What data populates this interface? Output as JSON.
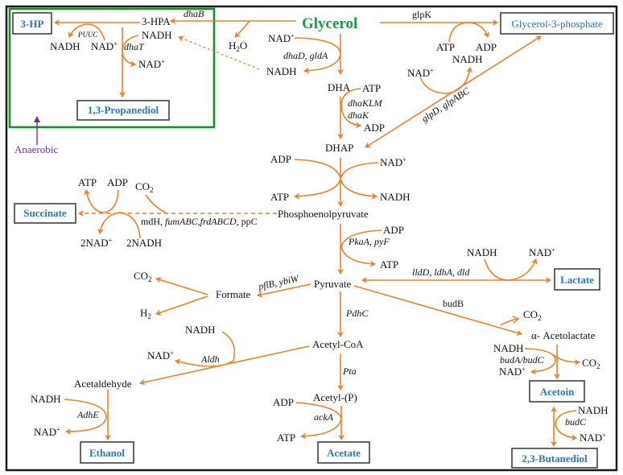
{
  "title": "Glycerol metabolic pathways",
  "colors": {
    "arrow": "#e8822e",
    "product_text": "#2e75b6",
    "substrate_text": "#1e9a4a",
    "anaerobic_box": "#1a8a2a",
    "anaerobic_label": "#7030a0"
  },
  "substrate": "Glycerol",
  "anaerobic_label": "Anaerobic",
  "products": {
    "hp3": "3-HP",
    "propanediol": "1,3-Propanediol",
    "g3p": "Glycerol-3-phosphate",
    "succinate": "Succinate",
    "lactate": "Lactate",
    "ethanol": "Ethanol",
    "acetate": "Acetate",
    "acetoin": "Acetoin",
    "butanediol": "2,3-Butanediol"
  },
  "intermediates": {
    "hpa": "3-HPA",
    "dha": "DHA",
    "dhap": "DHAP",
    "pep": "Phosphoenolpyruvate",
    "pyruvate": "Pyruvate",
    "formate": "Formate",
    "acetyl_coa": "Acetyl-CoA",
    "acetaldehyde": "Acetaldehyde",
    "acetyl_p": "Acetyl-(P)",
    "acetolactate": "α- Acetolactate"
  },
  "enzymes": {
    "dhaB": "dhaB",
    "puuc": "PUUC",
    "dhaT": "dhaT",
    "dhaD": "dhaD, gldA",
    "dhaKLM": "dhaKLM",
    "dhaK": "dhaK",
    "glpK": "glpK",
    "glpD": "glpD, glpABC",
    "succ_prefix": "mdH, ",
    "succ_italic": "fumABC,frdABCD",
    "succ_suffix": ", ppC",
    "pyk": "PkaA, pyF",
    "ldh": "lldD, ldhA, dld",
    "pfl": "pflB, ybiW",
    "pdh": "PdhC",
    "budB": "budB",
    "aldh": "Aldh",
    "adhE": "AdhE",
    "pta": "Pta",
    "ackA": "ackA",
    "budAC": "budA/budC",
    "budC": "budC"
  },
  "cofactors": {
    "nadh": "NADH",
    "nad": "NAD",
    "plus": "+",
    "atp": "ATP",
    "adp": "ADP",
    "h2o_h": "H",
    "h2o_2": "2",
    "h2o_o": "O",
    "co": "CO",
    "sub2": "2",
    "h2": "H",
    "two_nad": "2NAD",
    "two_nadh": "2NADH"
  }
}
